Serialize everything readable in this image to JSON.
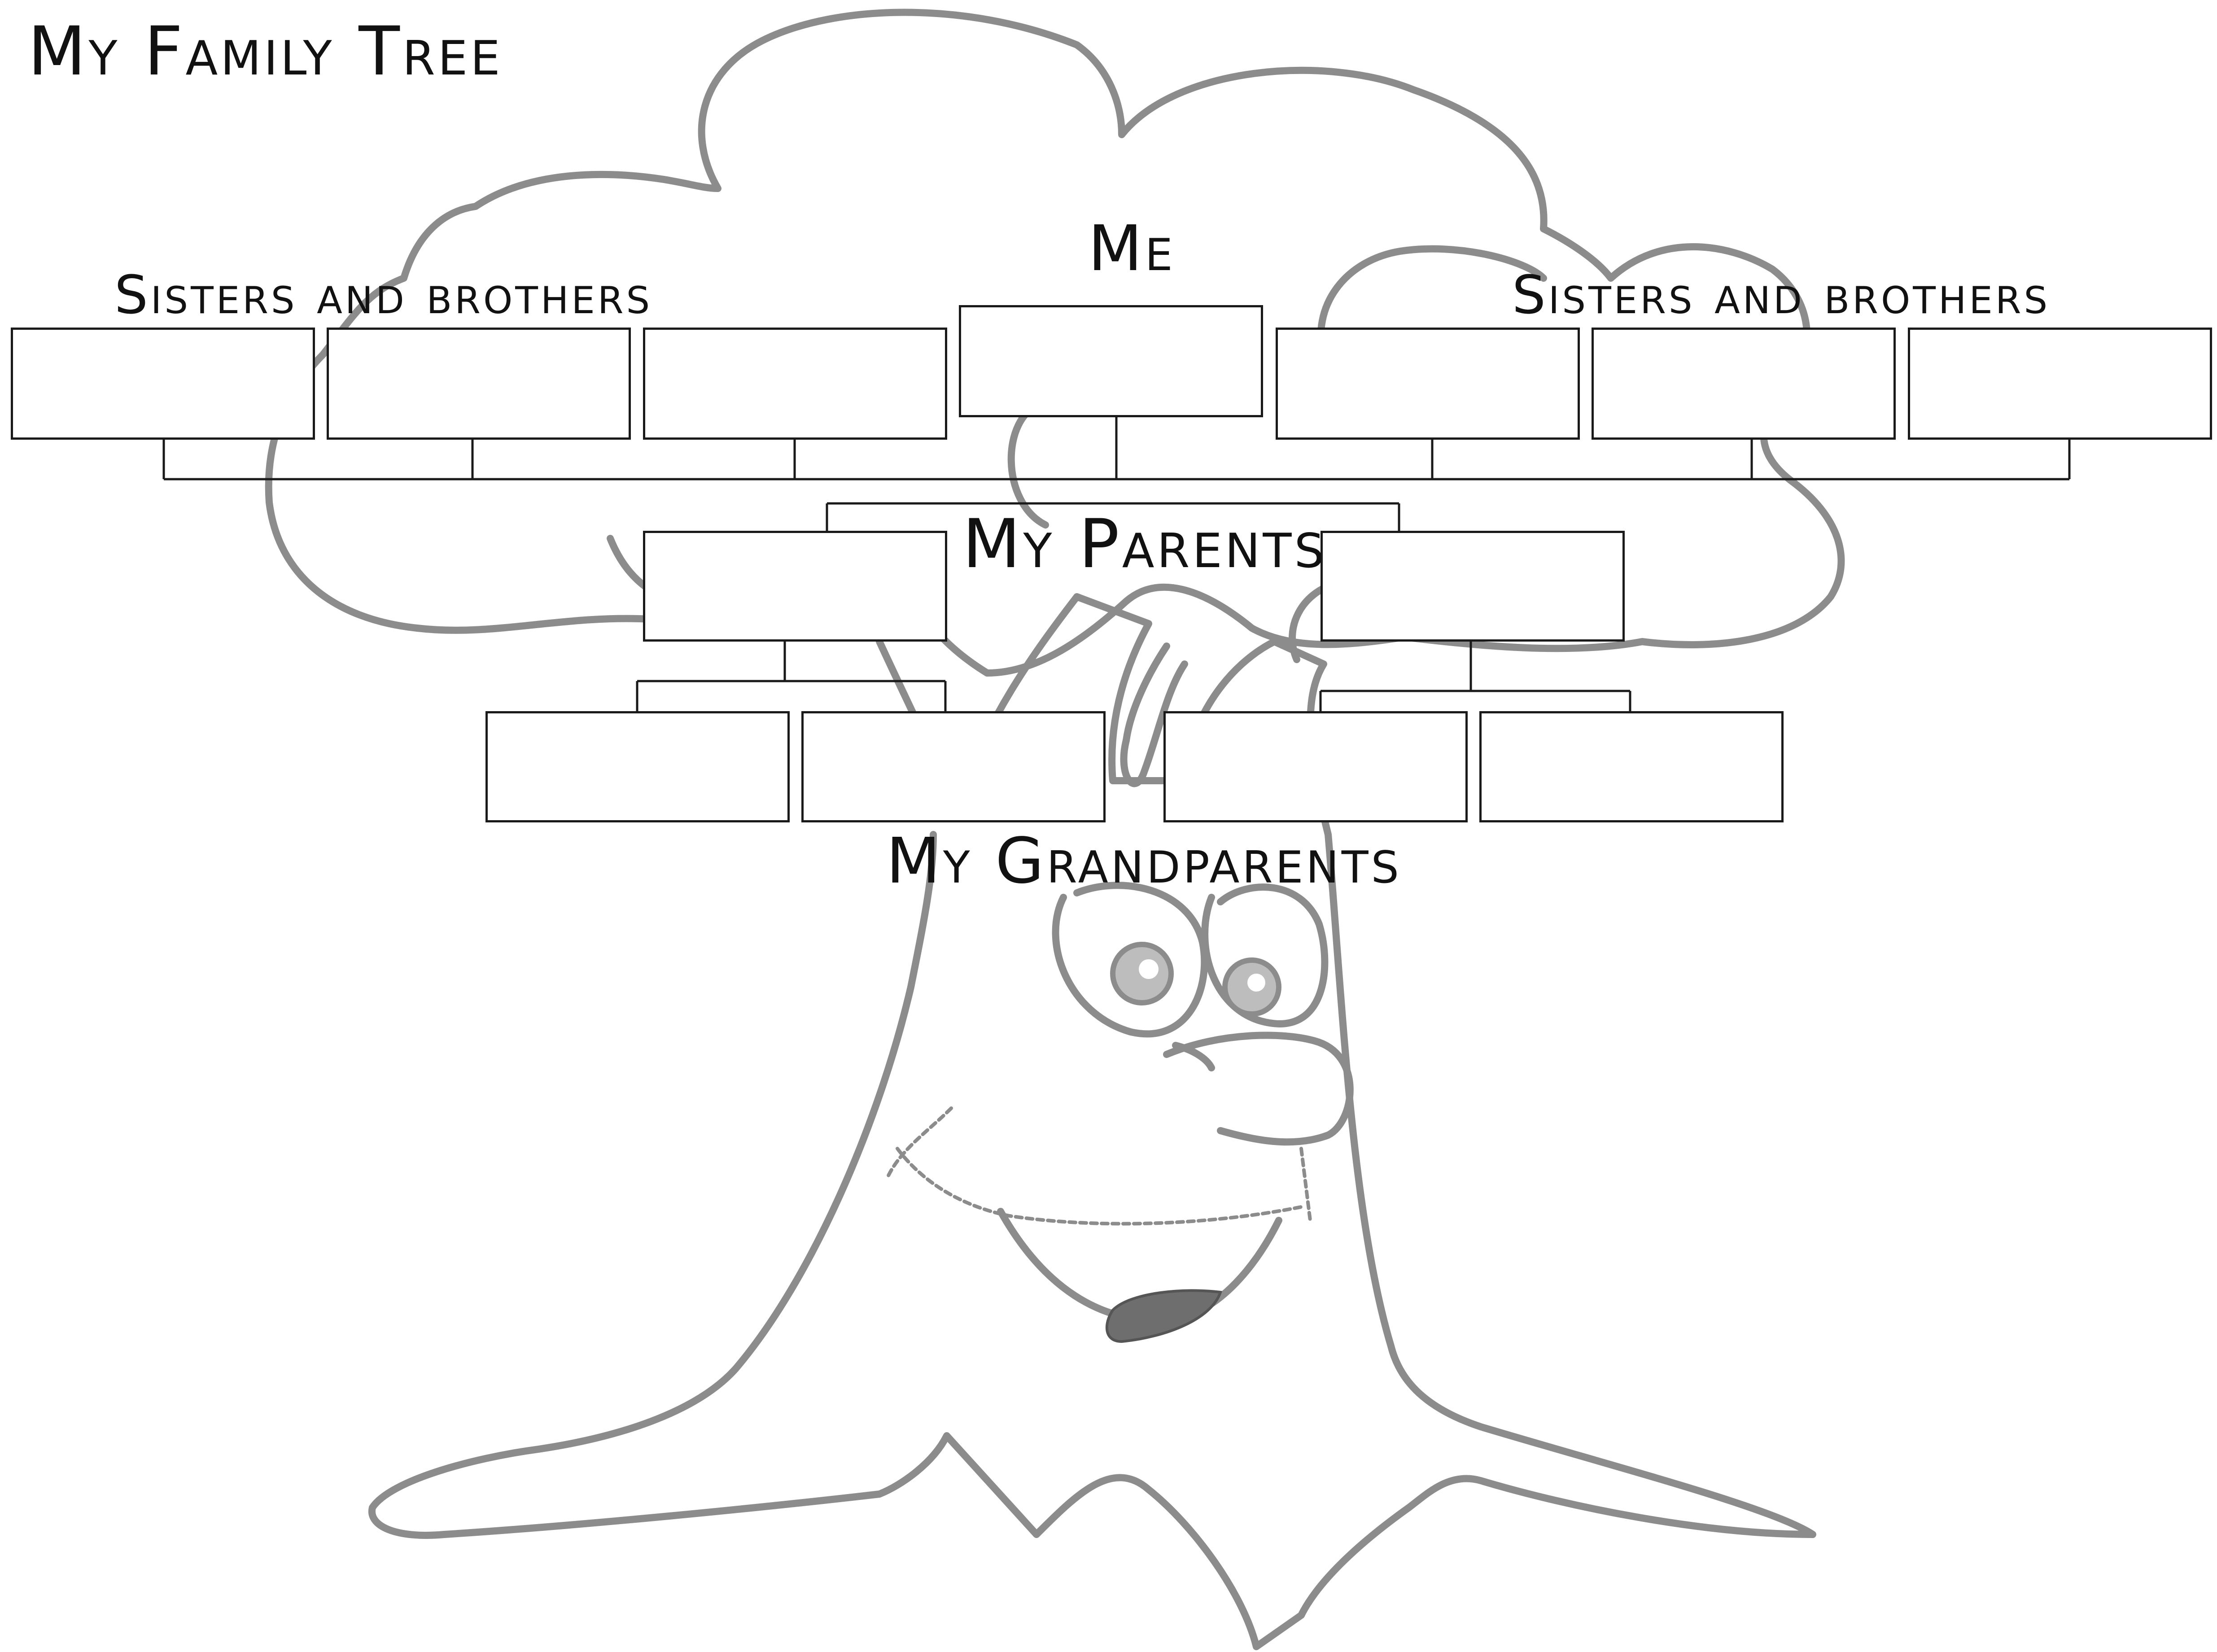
{
  "worksheet": {
    "title": "My Family Tree",
    "siblings_label_left": "Sisters and brothers",
    "siblings_label_right": "Sisters and brothers",
    "me_label": "Me",
    "parents_label": "My Parents",
    "grandparents_label": "My Grandparents"
  },
  "colors": {
    "tree_outline": "#8c8c8c",
    "box_border": "#1a1a1a",
    "connector": "#1a1a1a",
    "text": "#111111",
    "mouth": "#6e6e6e"
  },
  "illustration": {
    "name": "smiling-tree-icon"
  }
}
